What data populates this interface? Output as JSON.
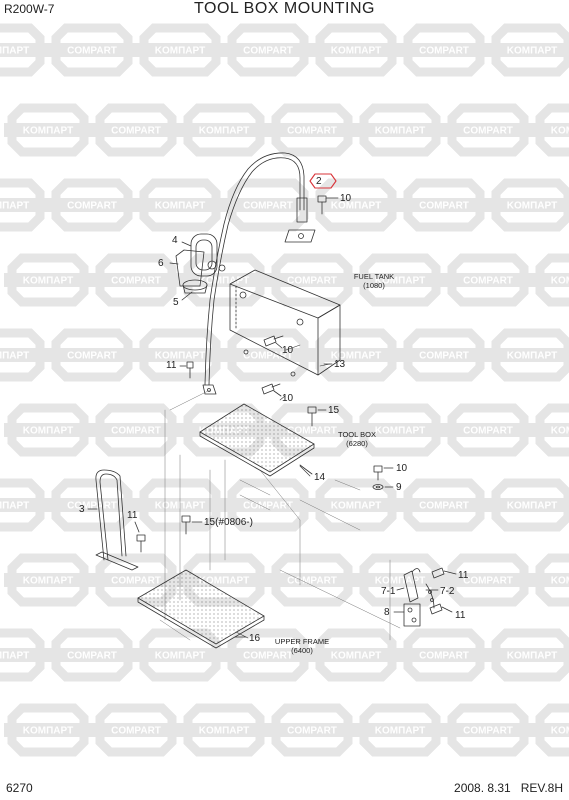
{
  "header": {
    "model": "R200W-7",
    "title": "TOOL BOX MOUNTING"
  },
  "footer": {
    "page": "6270",
    "date": "2008.  8.31",
    "revision": "REV.8H"
  },
  "watermark": {
    "text_a": "KOMПAPT",
    "text_b": "COMPART"
  },
  "callouts": {
    "c2": "2",
    "c10a": "10",
    "c4": "4",
    "c6": "6",
    "c5": "5",
    "c10b": "10",
    "c13": "13",
    "c11a": "11",
    "c10c": "10",
    "c15a": "15",
    "c14": "14",
    "c10d": "10",
    "c9": "9",
    "c3": "3",
    "c11b": "11",
    "c15b": "15(#0806-)",
    "c11c": "11",
    "c71": "7-1",
    "c72": "7-2",
    "c8": "8",
    "c11d": "11",
    "c16": "16"
  },
  "refs": {
    "fuel_tank": {
      "name": "FUEL TANK",
      "code": "(1080)"
    },
    "tool_box": {
      "name": "TOOL BOX",
      "code": "(6280)"
    },
    "upper_frame": {
      "name": "UPPER FRAME",
      "code": "(6400)"
    }
  },
  "colors": {
    "line": "#333333",
    "highlight": "#d9343a",
    "watermark": "#e5e5e5"
  }
}
